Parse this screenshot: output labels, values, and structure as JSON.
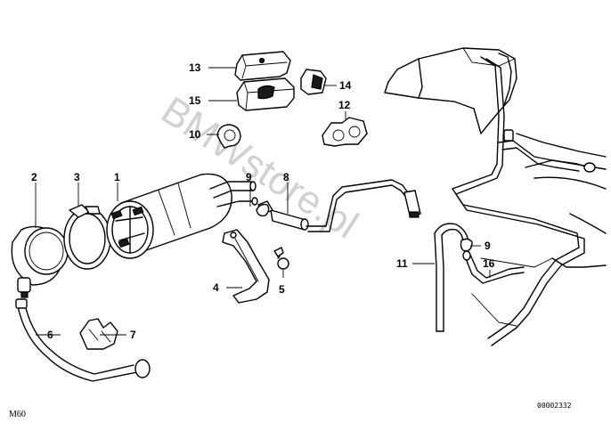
{
  "diagram": {
    "callouts": {
      "c1": "1",
      "c2": "2",
      "c3": "3",
      "c4": "4",
      "c5": "5",
      "c6": "6",
      "c7": "7",
      "c8": "8",
      "c9a": "9",
      "c9b": "9",
      "c10": "10",
      "c11": "11",
      "c12": "12",
      "c13": "13",
      "c14": "14",
      "c15": "15",
      "c16": "16"
    },
    "watermark": "BMWstore.pl",
    "model_label": "M60",
    "drawing_number": "00002332"
  },
  "colors": {
    "line": "#000000",
    "background": "#ffffff",
    "watermark": "#9a9a9a"
  }
}
